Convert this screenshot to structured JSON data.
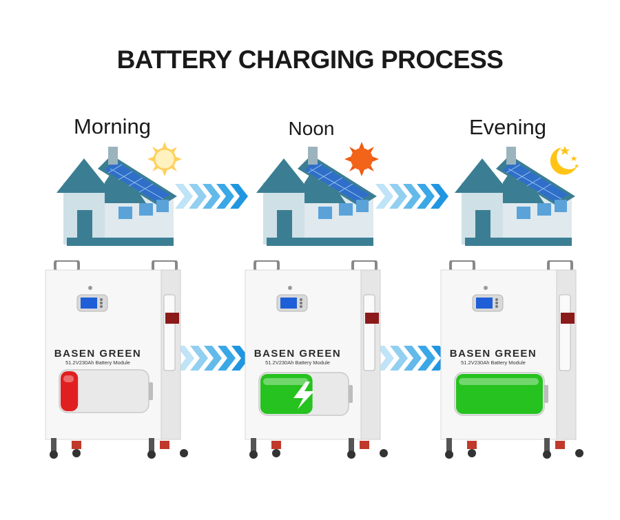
{
  "title": "BATTERY CHARGING PROCESS",
  "stages": [
    {
      "label": "Morning",
      "sky": "sun-icon",
      "charge_fraction": 0.2,
      "charge_color": "#e02020",
      "charging": false
    },
    {
      "label": "Noon",
      "sky": "hot-sun-icon",
      "charge_fraction": 0.6,
      "charge_color": "#26c21f",
      "charging": true
    },
    {
      "label": "Evening",
      "sky": "moon-stars-icon",
      "charge_fraction": 1.0,
      "charge_color": "#26c21f",
      "charging": false
    }
  ],
  "brand": "BASEN GREEN",
  "model": "51.2V230Ah Battery Module",
  "colors": {
    "arrow": "#2aa3e8",
    "sun": "#ffd060",
    "hot_sun": "#f05a10",
    "roof": "#3b7e93",
    "panel": "#2f6fc9"
  }
}
